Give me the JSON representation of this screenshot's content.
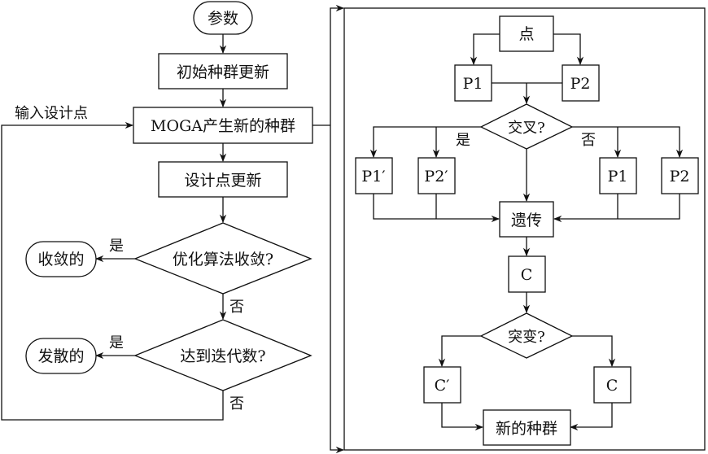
{
  "diagram": {
    "left": {
      "start": "参数",
      "init_update": "初始种群更新",
      "input_label": "输入设计点",
      "moga": "MOGA产生新的种群",
      "design_update": "设计点更新",
      "converge_q": "优化算法收敛?",
      "converged": "收敛的",
      "iter_q": "达到迭代数?",
      "diverged": "发散的",
      "yes1": "是",
      "no1": "否",
      "yes2": "是",
      "no2": "否"
    },
    "right": {
      "point": "点",
      "p1": "P1",
      "p2": "P2",
      "crossover_q": "交叉?",
      "yes": "是",
      "no": "否",
      "p1_prime": "P1′",
      "p2_prime": "P2′",
      "p1_keep": "P1",
      "p2_keep": "P2",
      "genetic": "遗传",
      "c": "C",
      "mutation_q": "突变?",
      "c_prime": "C′",
      "c_keep": "C",
      "new_population": "新的种群"
    }
  }
}
